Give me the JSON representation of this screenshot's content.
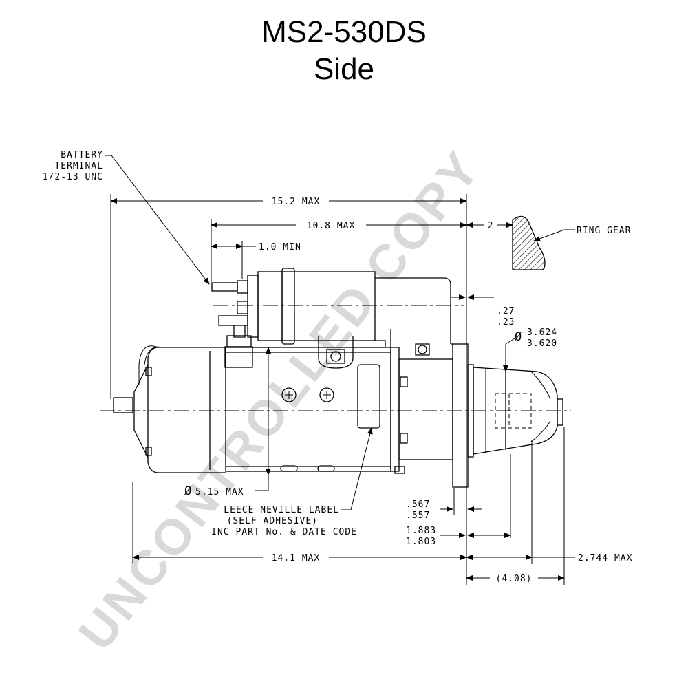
{
  "title": "MS2-530DS",
  "subtitle": "Side",
  "watermark": "UNCONTROLLED COPY",
  "callouts": {
    "battery_terminal": [
      "BATTERY",
      "TERMINAL",
      "1/2-13 UNC"
    ],
    "ring_gear": "RING GEAR",
    "label_note": [
      "LEECE NEVILLE LABEL",
      "(SELF ADHESIVE)",
      "INC PART No. & DATE CODE"
    ]
  },
  "dimensions": {
    "overall_max": "15.2 MAX",
    "solenoid_max": "10.8 MAX",
    "min_1": "1.0 MIN",
    "gap_2": "2",
    "offset_27": ".27",
    "offset_23": ".23",
    "pilot_dia_a": "3.624",
    "pilot_dia_b": "3.620",
    "body_dia": "5.15 MAX",
    "flange_a": ".567",
    "flange_b": ".557",
    "pinion_a": "1.883",
    "pinion_b": "1.803",
    "body_len": "14.1 MAX",
    "nose_max": "2.744 MAX",
    "nose_ref": "(4.08)"
  },
  "symbols": {
    "diameter": "Ø"
  }
}
